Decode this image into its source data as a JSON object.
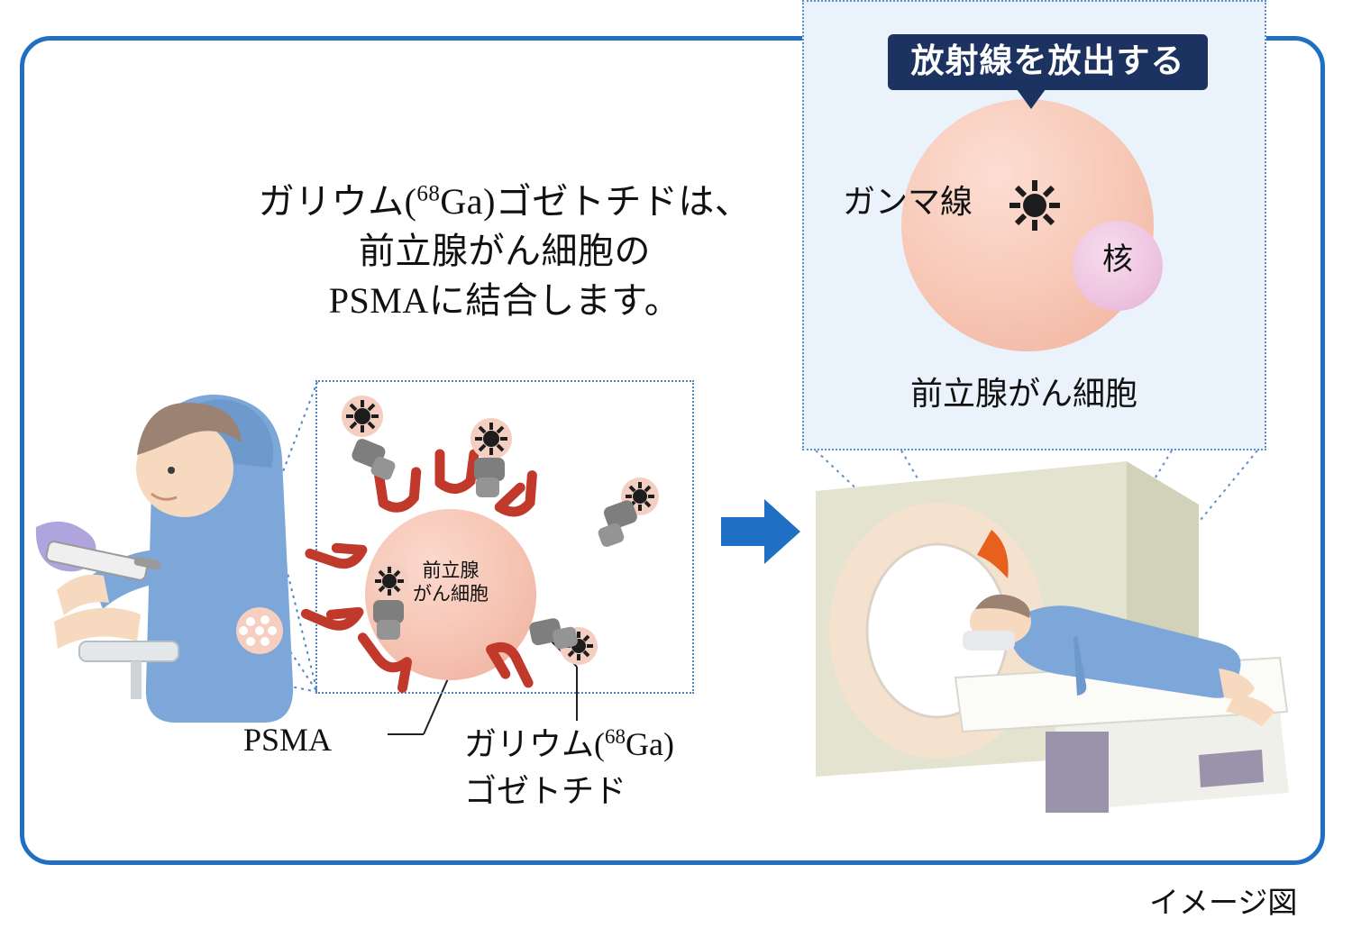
{
  "figure": {
    "caption_main": "ガリウム(68Ga)ゴゼトチドは、\n前立腺がん細胞の\nPSMAに結合します。",
    "caption_line1_a": "ガリウム(",
    "caption_line1_sup": "68",
    "caption_line1_b": "Ga)ゴゼトチドは、",
    "caption_line2": "前立腺がん細胞の",
    "caption_line3": "PSMAに結合します。",
    "note": "イメージ図"
  },
  "middle": {
    "cell_label_line1": "前立腺",
    "cell_label_line2": "がん細胞",
    "label_psma": "PSMA",
    "label_tracer_a": "ガリウム(",
    "label_tracer_sup": "68",
    "label_tracer_b": "Ga)",
    "label_tracer_line2": "ゴゼトチド"
  },
  "inset": {
    "banner": "放射線を放出する",
    "label_gamma": "ガンマ線",
    "label_nucleus": "核",
    "label_cell": "前立腺がん細胞"
  },
  "colors": {
    "frame_blue": "#1f6fc4",
    "banner_navy": "#1c3260",
    "gamma_red": "#e8242b",
    "psma_red": "#c0392b",
    "cell_pink": "#f6c3b2",
    "nucleus_pink": "#eec4e0",
    "inset_bg": "#eaf3fb",
    "arrow_blue": "#1f6fc4",
    "glow_yellow": "#fff7d2"
  }
}
